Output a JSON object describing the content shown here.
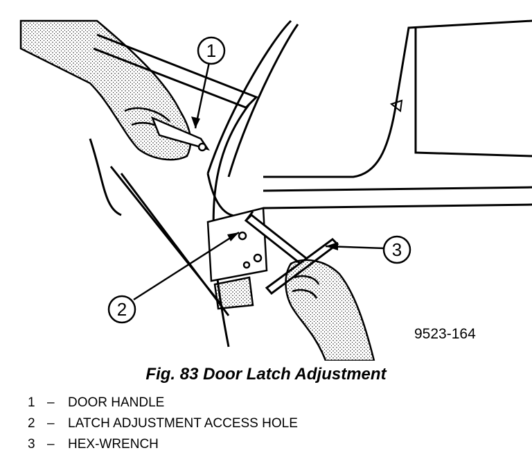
{
  "figure": {
    "callouts": [
      {
        "number": "1",
        "label": "DOOR HANDLE"
      },
      {
        "number": "2",
        "label": "LATCH ADJUSTMENT ACCESS HOLE"
      },
      {
        "number": "3",
        "label": "HEX-WRENCH"
      }
    ],
    "figure_id": "9523-164",
    "caption": "Fig. 83 Door Latch Adjustment",
    "separator": "–"
  }
}
